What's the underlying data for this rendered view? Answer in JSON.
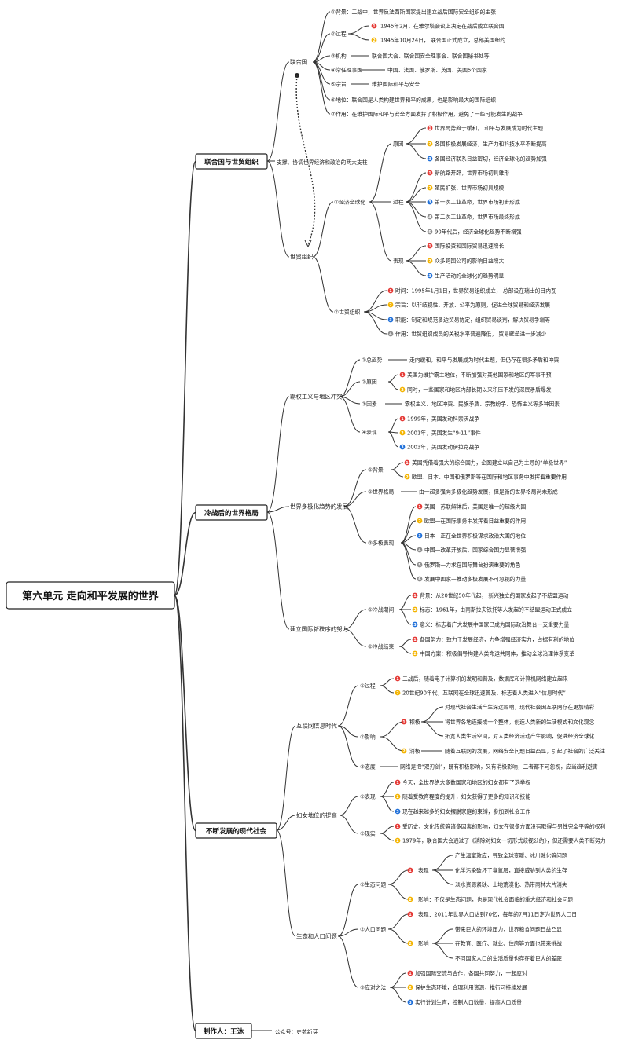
{
  "root": {
    "label": "第六单元  走向和平发展的世界"
  },
  "sections": [
    {
      "label": "联合国与世贸组织",
      "side_note": "支撑、协调世界经济和政治的两大支柱"
    },
    {
      "label": "冷战后的世界格局"
    },
    {
      "label": "不断发展的现代社会"
    },
    {
      "label": "制作人：王沐",
      "side_note": "公众号：史苑新芽"
    }
  ],
  "nodes": {
    "n1": "联合国",
    "n2": "①背景：二战中，世界反法西斯国家提出建立战后国际安全组织的主张",
    "n3": "②过程",
    "n4": "1945年2月，在雅尔塔会议上决定在战后成立联合国",
    "n5": "1945年10月24日， 联合国正式成立，总部美国纽约",
    "n6": "③机构",
    "n7": "联合国大会、联合国安全理事会、联合国秘书处等",
    "n8": "④常任理事国",
    "n9": "中国、法国、俄罗斯、英国、美国5个国家",
    "n10": "⑤宗旨",
    "n11": "维护国际和平与安全",
    "n12": "⑥地位：联合国是人类构建世界和平的成果，也是影响最大的国际组织",
    "n13": "⑦作用：在维护国际和平与安全方面发挥了积极作用，避免了一些可能发生的战争",
    "n14": "世贸组织",
    "n15": "①经济全球化",
    "n16": "原因",
    "n17": "世界局势趋于缓和， 和平与发展成为时代主题",
    "n18": "各国积极发展经济，生产力和科技水平不断提高",
    "n19": "各国经济联系日益密切，经济全球化的趋势加强",
    "n20": "过程",
    "n21": "新航路开辟，世界市场初具雏形",
    "n22": "殖民扩张，世界市场初具规模",
    "n23": "第一次工业革命，世界市场初步形成",
    "n24": "第二次工业革命，世界市场最终形成",
    "n25": "90年代后，经济全球化趋势不断增强",
    "n26": "表现",
    "n27": "国际投资和国际贸易迅速增长",
    "n28": "众多跨国公司的影响日益增大",
    "n29": "生产活动的全球化的趋势明显",
    "n30": "②世贸组织",
    "n31": "时间：1995年1月1日，世界贸易组织成立， 总部设在瑞士的日内瓦",
    "n32": "宗旨：以非歧视性、开放、公平为原则，促进全球贸易和经济发展",
    "n33": "职能：制定和规范多边贸易协定，组织贸易谈判，解决贸易争端等",
    "n34": "作用：世贸组织成员的关税水平普遍降低， 贸易壁垒进一步减少",
    "n35": "霸权主义与地区冲突",
    "n36": "①总趋势",
    "n37": "走向缓和，和平与发展成为时代主题，但仍存在很多矛盾和冲突",
    "n38": "②原因",
    "n39": "美国为维护霸主地位，不断加强对其他国家和地区的军事干预",
    "n40": "同时，一些国家和地区内部长期以来积压不发的深层矛盾爆发",
    "n41": "③因素",
    "n42": "霸权主义、地区冲突、民族矛盾、宗教纷争、恐怖主义等多种因素",
    "n43": "④表现",
    "n44": "1999年，美国发动科索沃战争",
    "n45": "2001年，美国发生“9·11”事件",
    "n46": "2003年，美国发动伊拉克战争",
    "n47": "世界多极化趋势的发展",
    "n48": "①背景",
    "n49": "美国凭借着强大的综合国力，企图建立以自己为主导的“单极世界”",
    "n50": "欧盟、日本、中国和俄罗斯等在国际和地区事务中发挥着重要作用",
    "n51": "②世界格局",
    "n52": "由一超多强向多极化趋势发展，但是新的世界格局尚未形成",
    "n53": "③多极表现",
    "n54": "美国—苏联解体后，美国是唯一的超级大国",
    "n55": "欧盟—在国际事务中发挥着日益重要的作用",
    "n56": "日本—正在全世界积极谋求政治大国的地位",
    "n57": "中国—改革开放后，国家综合国力显著增强",
    "n58": "俄罗斯—力求在国际舞台扮演重要的角色",
    "n59": "发展中国家—推动多极发展不可忽视的力量",
    "n60": "建立国际新秩序的努力",
    "n61": "①冷战期间",
    "n62": "背景：从20世纪50年代起， 新兴独立的国家发起了不结盟运动",
    "n63": "标志：1961年，由南斯拉夫铁托等人发起的不结盟运动正式成立",
    "n64": "意义：标志着广大发展中国家已成为国际政治舞台一支重要力量",
    "n65": "②冷战结束",
    "n66": "各国努力：致力于发展经济，力争增强经济实力，占据有利的地位",
    "n67": "中国方案：积极倡导构建人类命运共同体，推动全球治理体系变革",
    "n68": "互联网信息时代",
    "n69": "①过程",
    "n70": "二战后，随着电子计算机的发明和普及，数据库和计算机网络建立起来",
    "n71": "20世纪90年代，互联网在全球迅速普及，标志着人类进入“信息时代”",
    "n72": "②影响",
    "n73": "积极",
    "n74": "对现代社会生活产生深远影响，现代社会因互联网存在更加精彩",
    "n75": "将世界各地连接成一个整体，创造人类新的生活模式和文化观念",
    "n76": "拓宽人类生活空间，对人类经济活动产生影响，促进经济全球化",
    "n77": "消极",
    "n78": "随着互联网的发展，网络安全问题日益凸显，引起了社会的广泛关注",
    "n79": "③态度",
    "n80": "网络是把“双刃剑”，既有积极影响，又有消极影响，二者都不可忽视，应当趋利避害",
    "n81": "妇女地位的提高",
    "n82": "①表现",
    "n83": "今天，全世界绝大多数国家和地区的妇女都有了选举权",
    "n84": "随着受教育程度的提升，妇女获得了更多的知识和技能",
    "n85": "现在越来越多的妇女摆脱家庭的束缚，参加到社会工作",
    "n86": "②现实",
    "n87": "受历史、文化传统等诸多因素的影响，妇女在很多方面没有取得与男性完全平等的权利",
    "n88": "1979年，联合国大会通过了《消除对妇女一切形式歧视公约》，但还需要人类不断努力",
    "n89": "生态和人口问题",
    "n90": "①生态问题",
    "n91": "表现",
    "n92": "产生温室效应，导致全球变暖、冰川融化等问题",
    "n93": "化学污染破坏了臭氧层，直接威胁到人类的生存",
    "n94": "淡水资源紧缺、土地荒漠化、热带雨林大片消失",
    "n95": "影响：不仅是生态问题，也是现代社会面临的重大经济和社会问题",
    "n96": "②人口问题",
    "n97": "表现：2011年世界人口达到70亿，每年的7月11日定为世界人口日",
    "n98": "影响",
    "n99": "带来巨大的环境压力，世界粮食问题日益凸显",
    "n100": "在教育、医疗、就业、住房等方面也带来挑战",
    "n101": "不同国家人口的生活质量也存在着巨大的差距",
    "n102": "③应对之法",
    "n103": "加强国际交流与合作，各国共同努力，一起应对",
    "n104": "保护生态环境，合理利用资源，推行可持续发展",
    "n105": "实行计划生育，控制人口数量，提高人口质量"
  },
  "badges": {
    "1": "1",
    "2": "2",
    "3": "3",
    "4": "4",
    "5": "5",
    "6": "6"
  },
  "colors": {
    "b1": "#e53935",
    "b2": "#f4b400",
    "b3": "#1e6fd9",
    "b4": "#8d8d8d",
    "b5": "#8d8d8d",
    "b6": "#8d8d8d"
  }
}
